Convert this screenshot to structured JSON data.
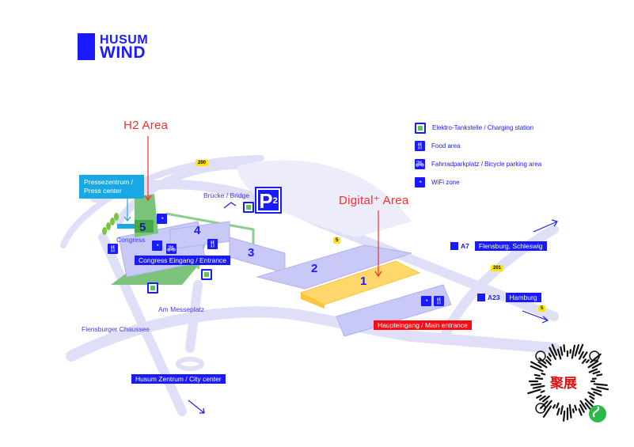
{
  "logo": {
    "line1": "HUSUM",
    "line2": "WIND",
    "icon": "wind-turbine-logo-icon"
  },
  "legend": [
    {
      "icon": "charging-station-icon",
      "label": "Elektro-Tankstelle / Charging station"
    },
    {
      "icon": "food-icon",
      "label": "Food area"
    },
    {
      "icon": "bicycle-icon",
      "label": "Fahrradparkplatz / Bicycle parking area"
    },
    {
      "icon": "wifi-icon",
      "label": "WiFi zone"
    }
  ],
  "callouts": {
    "h2_area": "H2 Area",
    "digital_area": "Digital⁺ Area"
  },
  "halls": [
    "1",
    "2",
    "3",
    "4",
    "5"
  ],
  "labels": {
    "press_center": "Pressezentrum / Press center",
    "bridge": "Brücke / Bridge",
    "parking": "P",
    "parking_number": "2",
    "congress": "Congress",
    "congress_entrance": "Congress Eingang / Entrance",
    "am_messeplatz": "Am Messeplatz",
    "flensburger_chaussee": "Flensburger Chaussee",
    "main_entrance": "Haupteingang / Main entrance",
    "city_center": "Husum Zentrum / City center"
  },
  "road_badges": {
    "b200": "200",
    "b5_top": "5",
    "b201": "201",
    "b5_bottom": "5"
  },
  "highways": [
    {
      "route": "A7",
      "destination": "Flensburg, Schleswig"
    },
    {
      "route": "A23",
      "destination": "Hamburg"
    }
  ],
  "qr": {
    "text": "聚展",
    "colors": {
      "text": "#e01010",
      "badge": "#2fb84a"
    }
  },
  "colors": {
    "brand_blue": "#1a1aff",
    "callout_red": "#ff2b2b",
    "hall_yellow": "#ffc53a",
    "h2_green": "#5cb85c",
    "road": "#dcdcf7"
  }
}
